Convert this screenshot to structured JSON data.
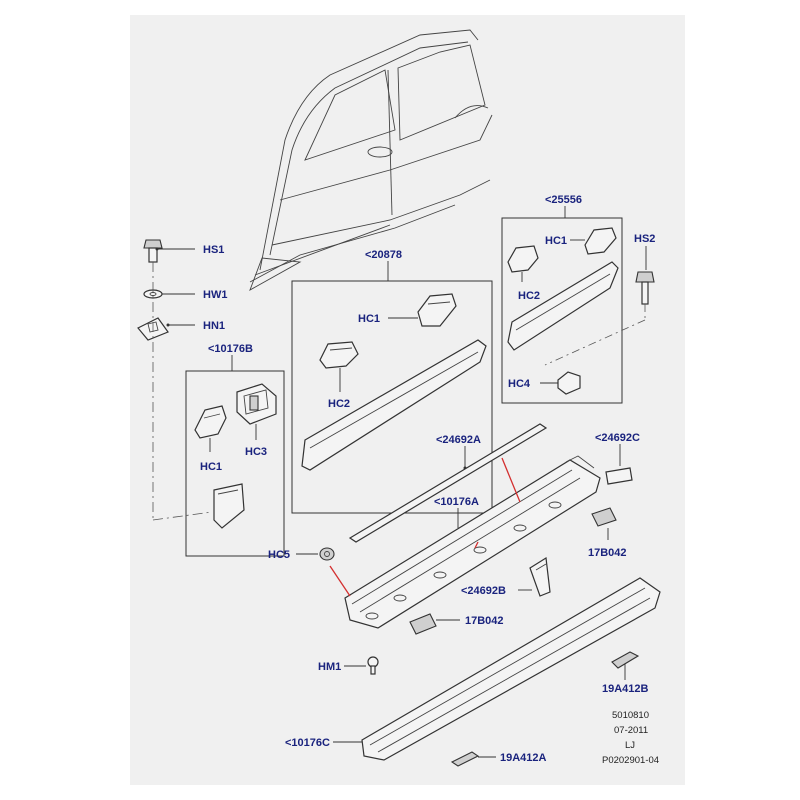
{
  "labels": {
    "hs1": "HS1",
    "hw1": "HW1",
    "hn1": "HN1",
    "c10176b": "<10176B",
    "hc1_left": "HC1",
    "hc3": "HC3",
    "c20878": "<20878",
    "hc1_mid": "HC1",
    "hc2_mid": "HC2",
    "c25556": "<25556",
    "hc1_right": "HC1",
    "hc2_right": "HC2",
    "hs2": "HS2",
    "hc4": "HC4",
    "c24692a": "<24692A",
    "c24692c": "<24692C",
    "c10176a": "<10176A",
    "b17b042_right": "17B042",
    "hc5": "HC5",
    "c24692b": "<24692B",
    "b17b042_mid": "17B042",
    "hm1": "HM1",
    "a19a412b": "19A412B",
    "c10176c": "<10176C",
    "a19a412a": "19A412A"
  },
  "footer": {
    "line1": "5010810",
    "line2": "07-2011",
    "line3": "LJ",
    "line4": "P0202901-04"
  },
  "colors": {
    "background": "#f0f0f0",
    "label_text": "#1a237e",
    "leader_lines": "#d32f2f"
  }
}
